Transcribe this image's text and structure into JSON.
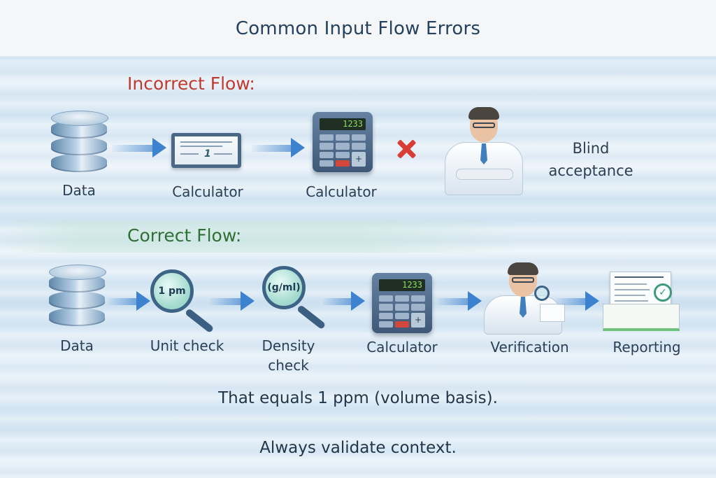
{
  "title": "Common Input Flow Errors",
  "incorrect_flow": {
    "label": "Incorrect Flow:",
    "steps": [
      {
        "label": "Data",
        "icon": "database-icon"
      },
      {
        "label": "Calculator",
        "icon": "monitor-icon",
        "display_value": "1"
      },
      {
        "label": "Calculator",
        "icon": "calculator-icon",
        "display_value": "1233"
      },
      {
        "label": "",
        "icon": "x-mark-icon"
      },
      {
        "label": "Blind acceptance",
        "label_line1": "Blind",
        "label_line2": "acceptance",
        "icon": "scientist-arms-crossed-icon"
      }
    ]
  },
  "correct_flow": {
    "label": "Correct Flow:",
    "steps": [
      {
        "label": "Data",
        "icon": "database-icon"
      },
      {
        "label": "Unit check",
        "icon": "magnifier-icon",
        "lens_text": "1 pm"
      },
      {
        "label": "Density check",
        "label_line1": "Density",
        "label_line2": "check",
        "icon": "magnifier-icon",
        "lens_text": "(g/ml)"
      },
      {
        "label": "Calculator",
        "icon": "calculator-icon",
        "display_value": "1233"
      },
      {
        "label": "Verification",
        "icon": "scientist-magnifier-icon"
      },
      {
        "label": "Reporting",
        "icon": "report-checked-icon"
      }
    ]
  },
  "notes": {
    "equals": "That equals 1 ppm (volume basis).",
    "advice": "Always validate context."
  },
  "colors": {
    "title": "#24425f",
    "incorrect": "#c23a2f",
    "correct": "#2f7034",
    "arrow": "#3d82cf",
    "x_mark": "#d93d35"
  }
}
